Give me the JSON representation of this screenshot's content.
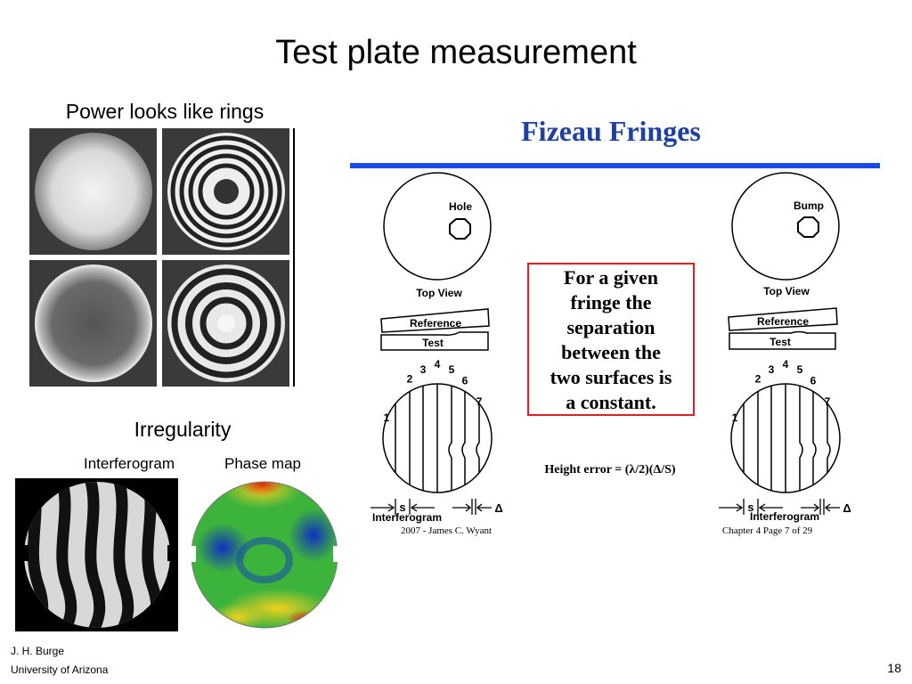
{
  "slide": {
    "title": "Test plate measurement",
    "power_label": "Power looks like rings",
    "irregularity_label": "Irregularity",
    "interferogram_label": "Interferogram",
    "phase_map_label": "Phase map",
    "author": "J. H. Burge",
    "affiliation": "University of Arizona",
    "page_number": "18"
  },
  "figure": {
    "heading": "Fizeau Fringes",
    "left_panel": {
      "feature": "Hole",
      "top_view": "Top View",
      "reference": "Reference",
      "test": "Test",
      "fringe_numbers": [
        "1",
        "2",
        "3",
        "4",
        "5",
        "6",
        "7"
      ],
      "s_label": "s",
      "delta_label": "Δ",
      "interferogram": "Interferogram",
      "credit": "2007 - James C. Wyant"
    },
    "right_panel": {
      "feature": "Bump",
      "top_view": "Top View",
      "reference": "Reference",
      "test": "Test",
      "fringe_numbers": [
        "1",
        "2",
        "3",
        "4",
        "5",
        "6",
        "7"
      ],
      "s_label": "s",
      "delta_label": "Δ",
      "interferogram": "Interferogram",
      "credit": "Chapter 4  Page 7 of 29"
    },
    "callout_lines": [
      "For a given",
      "fringe the",
      "separation",
      "between the",
      "two surfaces is",
      "a constant."
    ],
    "height_error": "Height error = (λ/2)(Δ/S)"
  },
  "colors": {
    "heading_blue": "#1c3fa8",
    "rule_blue": "#1a4be8",
    "callout_border": "#e02020"
  }
}
